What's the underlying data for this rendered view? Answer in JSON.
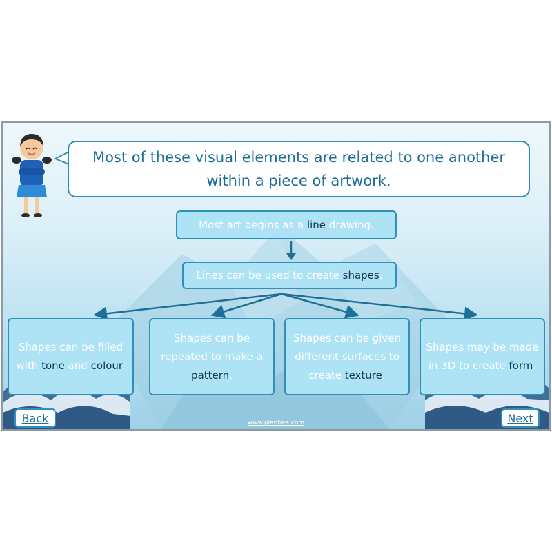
{
  "colors": {
    "accent": "#2f90bb",
    "box_fill": "#aee2f5",
    "keyword_text": "#14384d"
  },
  "speech_bubble": {
    "text": "Most of these visual elements are related to one another within a piece of artwork."
  },
  "flow": {
    "top": {
      "before": "Most art begins as a ",
      "keyword": "line",
      "after": " drawing."
    },
    "middle": {
      "before": "Lines can be used to create ",
      "keyword": "shapes",
      "after": "."
    },
    "branches": [
      {
        "before": "Shapes can be filled with ",
        "keyword": "tone",
        "mid": " and ",
        "keyword2": "colour",
        "after": "."
      },
      {
        "before": "Shapes can be repeated to make a ",
        "keyword": "pattern",
        "mid": "",
        "keyword2": "",
        "after": "."
      },
      {
        "before": "Shapes can be given different surfaces to create ",
        "keyword": "texture",
        "mid": "",
        "keyword2": "",
        "after": "."
      },
      {
        "before": "Shapes may be made in 3D to create ",
        "keyword": "form",
        "mid": "",
        "keyword2": "",
        "after": "."
      }
    ]
  },
  "nav": {
    "back_label": "Back",
    "next_label": "Next"
  },
  "footer": {
    "link_text": "www.planbee.com"
  },
  "icons": [
    "girl-character-icon",
    "arrow-down-icon",
    "branch-arrows-icon",
    "wave-decoration-icon"
  ]
}
